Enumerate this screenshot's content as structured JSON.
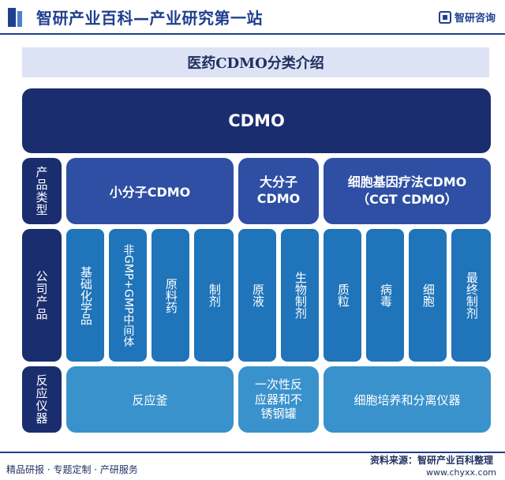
{
  "header": {
    "title": "智研产业百科—产业研究第一站",
    "brand": "智研咨询",
    "logo_icon": "zhiyan-logo-icon",
    "accent_color": "#1f3f8f"
  },
  "subtitle": "医药CDMO分类介绍",
  "diagram": {
    "top_box": "CDMO",
    "row_labels": {
      "product_type": "产品类型",
      "company_product": "公司产品",
      "reactor": "反应仪器"
    },
    "categories": {
      "small": "小分子CDMO",
      "large_line1": "大分子",
      "large_line2": "CDMO",
      "cgt_line1": "细胞基因疗法CDMO",
      "cgt_line2": "（CGT CDMO）"
    },
    "products": {
      "small": [
        "基础化学品",
        "非GMP+GMP中间体",
        "原料药",
        "制剂"
      ],
      "large": [
        "原液",
        "生物制剂"
      ],
      "cgt": [
        "质粒",
        "病毒",
        "细胞",
        "最终制剂"
      ]
    },
    "reactors": {
      "small": "反应釜",
      "large_line1": "一次性反",
      "large_line2": "应器和不",
      "large_line3": "锈钢罐",
      "cgt": "细胞培养和分离仪器"
    },
    "colors": {
      "dark_navy": "#1a2d6e",
      "category_blue": "#2f4fa4",
      "product_blue": "#1f74ba",
      "reactor_blue": "#3a92cc",
      "subtitle_bg": "#dde3f4"
    }
  },
  "footer": {
    "left_text": "精品研报 · 专题定制 · 产研服务",
    "source": "资料来源：智研产业百科整理",
    "url": "www.chyxx.com"
  }
}
